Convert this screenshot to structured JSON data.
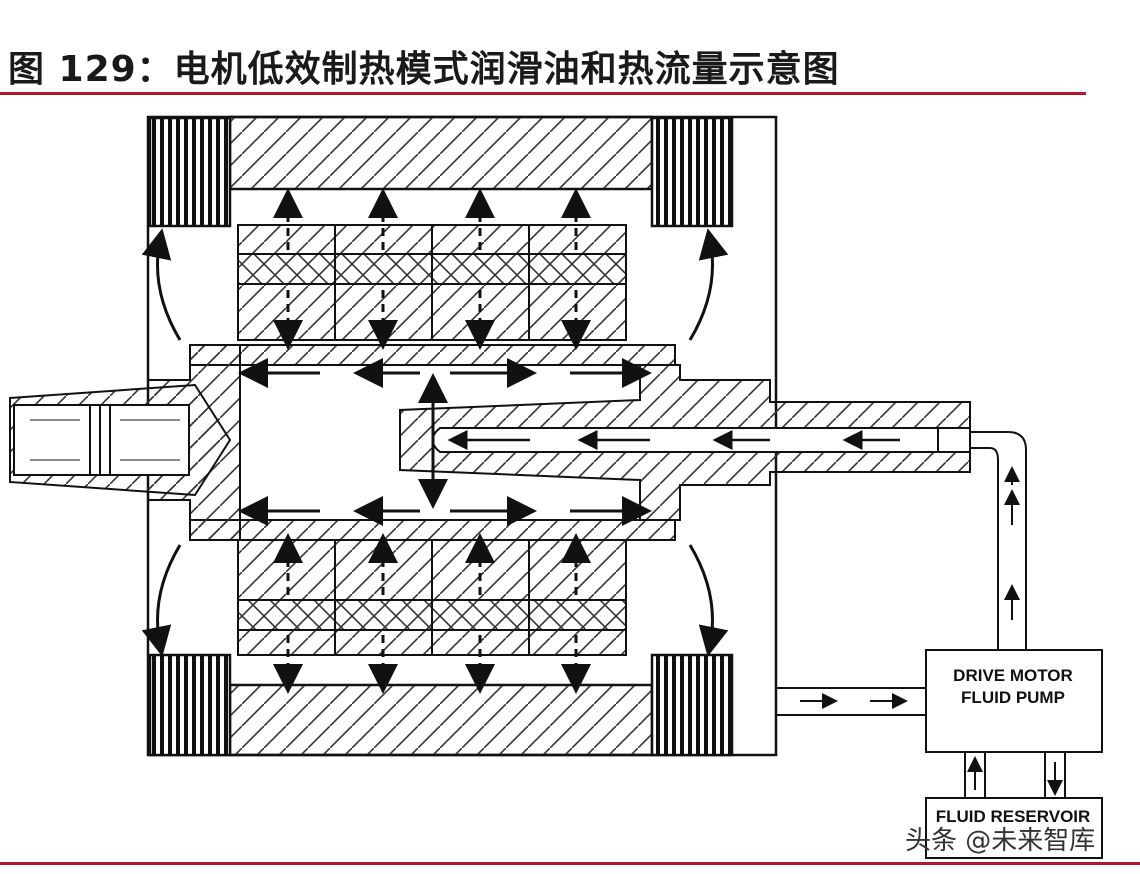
{
  "title": "图 129：电机低效制热模式润滑油和热流量示意图",
  "pump_label_line1": "DRIVE MOTOR",
  "pump_label_line2": "FLUID PUMP",
  "reservoir_label": "FLUID RESERVOIR",
  "watermark": "头条 @未来智库",
  "colors": {
    "rule": "#b3172a",
    "line": "#111111",
    "hatch": "#333333"
  }
}
